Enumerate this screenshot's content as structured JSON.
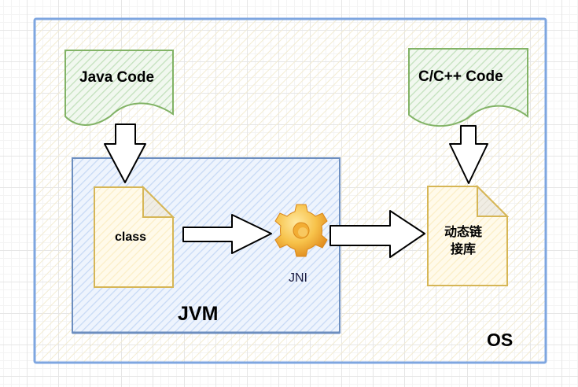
{
  "diagram": {
    "title": "",
    "containers": {
      "os": {
        "label": "OS",
        "border_color": "#7EA6E0",
        "fill_color": "#FFF9E6"
      },
      "jvm": {
        "label": "JVM",
        "border_color": "#6C8EBF",
        "fill_color": "#DAE8FC"
      }
    },
    "nodes": {
      "java_code": {
        "label": "Java Code",
        "shape": "document",
        "border_color": "#82B366",
        "fill_color": "#D5E8D4"
      },
      "cpp_code": {
        "label": "C/C++ Code",
        "shape": "document",
        "border_color": "#82B366",
        "fill_color": "#D5E8D4"
      },
      "class_file": {
        "label": "class",
        "shape": "note",
        "border_color": "#D6B656",
        "fill_color": "#FFF2CC"
      },
      "jni": {
        "label": "JNI",
        "icon": "gear-icon",
        "icon_color": "#F5B73B"
      },
      "dynamic_lib": {
        "label_line1": "动态链",
        "label_line2": "接库",
        "shape": "note",
        "border_color": "#D6B656",
        "fill_color": "#FFF2CC"
      }
    },
    "edges": [
      {
        "from": "java_code",
        "to": "class_file",
        "style": "block-arrow-down"
      },
      {
        "from": "class_file",
        "to": "jni",
        "style": "block-arrow-right"
      },
      {
        "from": "jni",
        "to": "dynamic_lib",
        "style": "block-arrow-right"
      },
      {
        "from": "cpp_code",
        "to": "dynamic_lib",
        "style": "block-arrow-down"
      }
    ]
  }
}
